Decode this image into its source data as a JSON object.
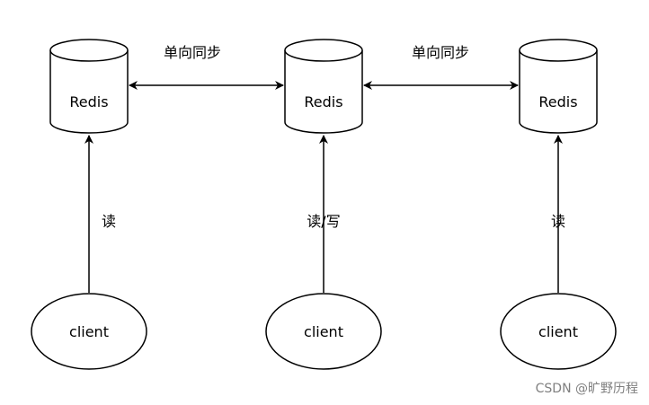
{
  "nodes": {
    "redis": [
      {
        "label": "Redis"
      },
      {
        "label": "Redis"
      },
      {
        "label": "Redis"
      }
    ],
    "clients": [
      {
        "label": "client"
      },
      {
        "label": "client"
      },
      {
        "label": "client"
      }
    ]
  },
  "edges": {
    "sync": [
      {
        "label": "单向同步"
      },
      {
        "label": "单向同步"
      }
    ],
    "access": [
      {
        "label": "读"
      },
      {
        "label": "读/写"
      },
      {
        "label": "读"
      }
    ]
  },
  "watermark": "CSDN @旷野历程"
}
